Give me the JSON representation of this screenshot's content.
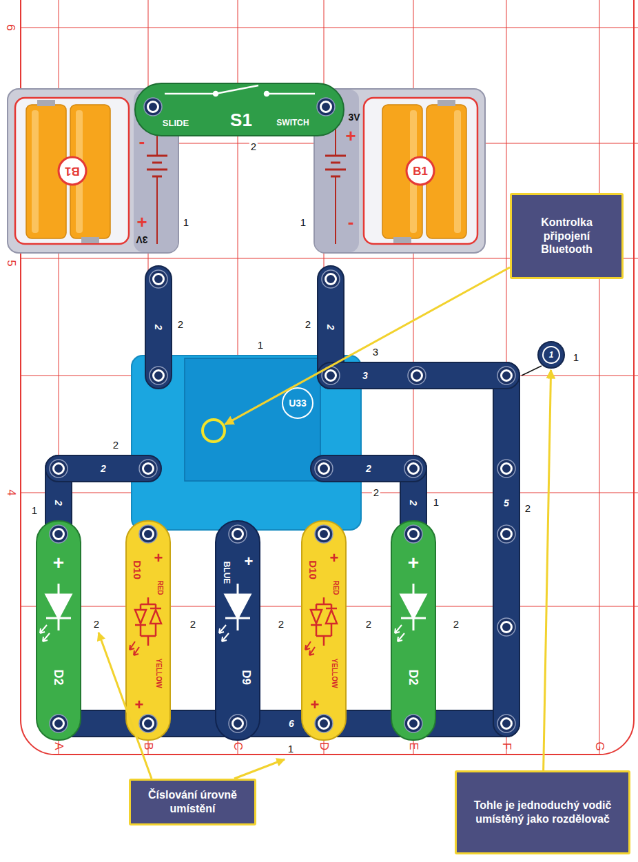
{
  "diagram": {
    "nodes": [
      {
        "text": [
          "SLIDE",
          "S1",
          "SWITCH"
        ]
      },
      {
        "text": [
          "-",
          "B1",
          "+",
          "3V"
        ]
      },
      {
        "text": [
          "3V",
          "+",
          "B1",
          "-"
        ]
      },
      {
        "text": [
          "2"
        ]
      },
      {
        "text": [
          "2"
        ]
      },
      {
        "text": [
          "U33"
        ]
      },
      {
        "text": [
          "3"
        ]
      },
      {
        "text": [
          "1"
        ]
      },
      {
        "text": [
          "2"
        ]
      },
      {
        "text": [
          "2"
        ]
      },
      {
        "text": [
          "2"
        ]
      },
      {
        "text": [
          "2"
        ]
      },
      {
        "text": [
          "5"
        ]
      },
      {
        "text": [
          "+",
          "D2"
        ]
      },
      {
        "text": [
          "D10",
          "+",
          "RED",
          "YELLOW",
          "+"
        ]
      },
      {
        "text": [
          "BLUE",
          "+",
          "D9"
        ]
      },
      {
        "text": [
          "D10",
          "+",
          "RED",
          "YELLOW",
          "+"
        ]
      },
      {
        "text": [
          "+",
          "D2"
        ]
      },
      {
        "text": [
          "6"
        ]
      },
      {
        "text": [
          "Kontrolka připojení Bluetooth"
        ]
      },
      {
        "text": [
          "Číslování úrovně umístění"
        ]
      },
      {
        "text": [
          "Tohle je jednoduchý vodič umístěný jako rozdělovač"
        ]
      }
    ],
    "edges": [
      {
        "from": 19,
        "to": 5,
        "arrow": "to"
      },
      {
        "from": 21,
        "to": 7,
        "arrow": "to"
      }
    ],
    "labels": [
      "6",
      "2",
      "1",
      "1",
      "5",
      "2",
      "2",
      "1",
      "3",
      "1",
      "2",
      "4",
      "1",
      "2",
      "1",
      "2",
      "2",
      "2",
      "2",
      "2",
      "2",
      "1",
      "A",
      "B",
      "C",
      "D",
      "E",
      "F",
      "G"
    ]
  }
}
